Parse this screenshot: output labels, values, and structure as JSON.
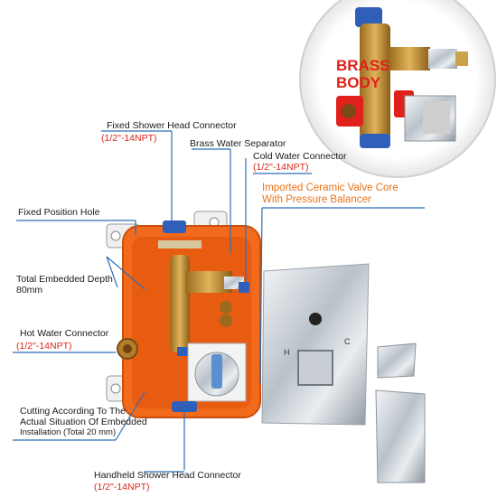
{
  "inset": {
    "brass_line1": "BRASS",
    "brass_line2": "BODY"
  },
  "labels": {
    "fixed_shower": "Fixed Shower Head Connector",
    "fixed_shower_spec": "(1/2\"-14NPT)",
    "brass_separator": "Brass Water Separator",
    "cold_water": "Cold Water Connector",
    "cold_water_spec": "(1/2\"-14NPT)",
    "ceramic_line1": "Imported Ceramic Valve Core",
    "ceramic_line2": "With Pressure Balancer",
    "fixed_position": "Fixed Position Hole",
    "total_depth_line1": "Total Embedded Depth",
    "total_depth_line2": "80mm",
    "hot_water": "Hot Water Connector",
    "hot_water_spec": "(1/2\"-14NPT)",
    "cutting_line1": "Cutting According To The",
    "cutting_line2": "Actual Situation Of Embedded",
    "cutting_line3": "Installation (Total 20 mm)",
    "handheld": "Handheld Shower Head Connector",
    "handheld_spec": "(1/2\"-14NPT)"
  },
  "plate": {
    "left_mark": "H",
    "right_mark": "C"
  },
  "colors": {
    "leader": "#2a6fb8",
    "spec_red": "#d8261b",
    "orange_text": "#e8731a",
    "housing": "#f26a1b",
    "brass_red": "#e0201a"
  }
}
